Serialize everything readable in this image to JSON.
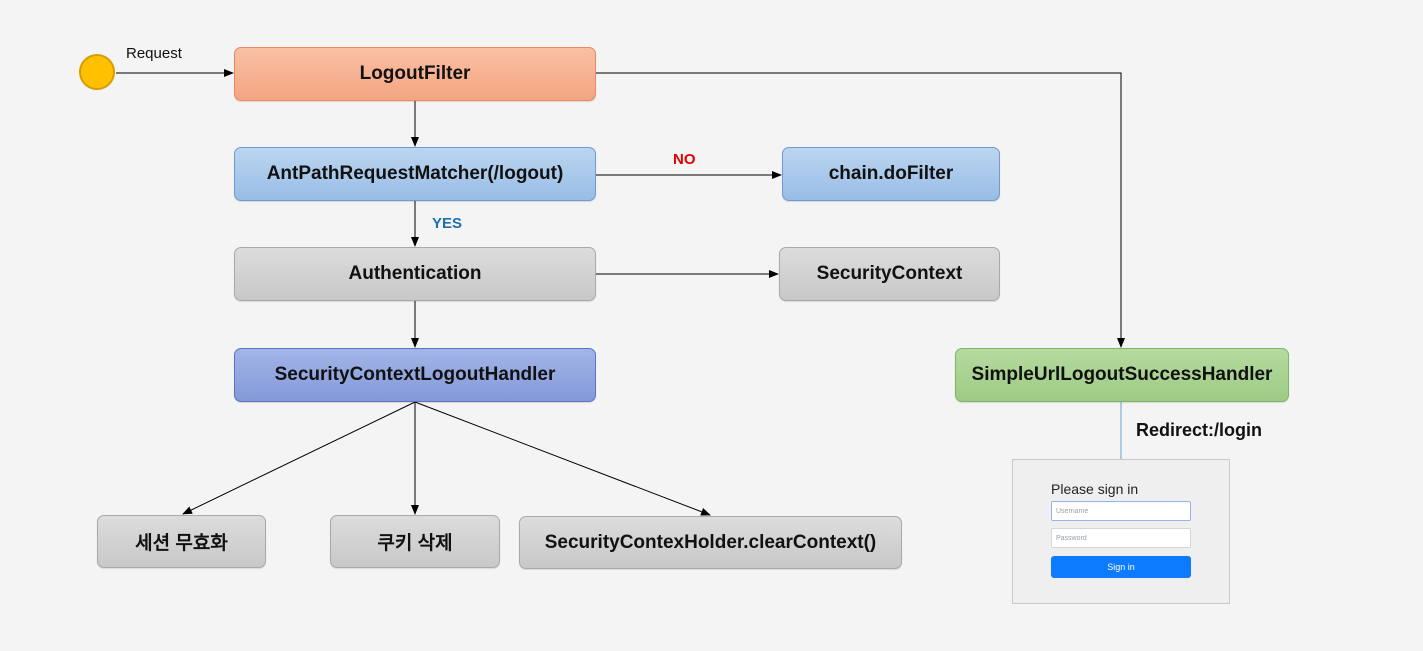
{
  "nodes": {
    "logout_filter": "LogoutFilter",
    "ant_path_matcher": "AntPathRequestMatcher(/logout)",
    "chain_do_filter": "chain.doFilter",
    "authentication": "Authentication",
    "security_context": "SecurityContext",
    "security_context_logout_handler": "SecurityContextLogoutHandler",
    "simple_url_logout_success_handler": "SimpleUrlLogoutSuccessHandler",
    "invalidate_session": "세션 무효화",
    "delete_cookie": "쿠키 삭제",
    "clear_context": "SecurityContexHolder.clearContext()"
  },
  "edge_labels": {
    "request": "Request",
    "no": "NO",
    "yes": "YES",
    "redirect": "Redirect:/login"
  },
  "login_form": {
    "title": "Please sign in",
    "username_placeholder": "Username",
    "password_placeholder": "Password",
    "sign_in_label": "Sign in"
  },
  "colors": {
    "start": "#ffc000",
    "orange": "#f4a582",
    "blue": "#98bde6",
    "purple": "#8399d8",
    "gray": "#c8c8c8",
    "green": "#9dcb84",
    "no_label": "#e00000",
    "yes_label": "#1e6fb0",
    "sign_in_button": "#0d7bff"
  }
}
